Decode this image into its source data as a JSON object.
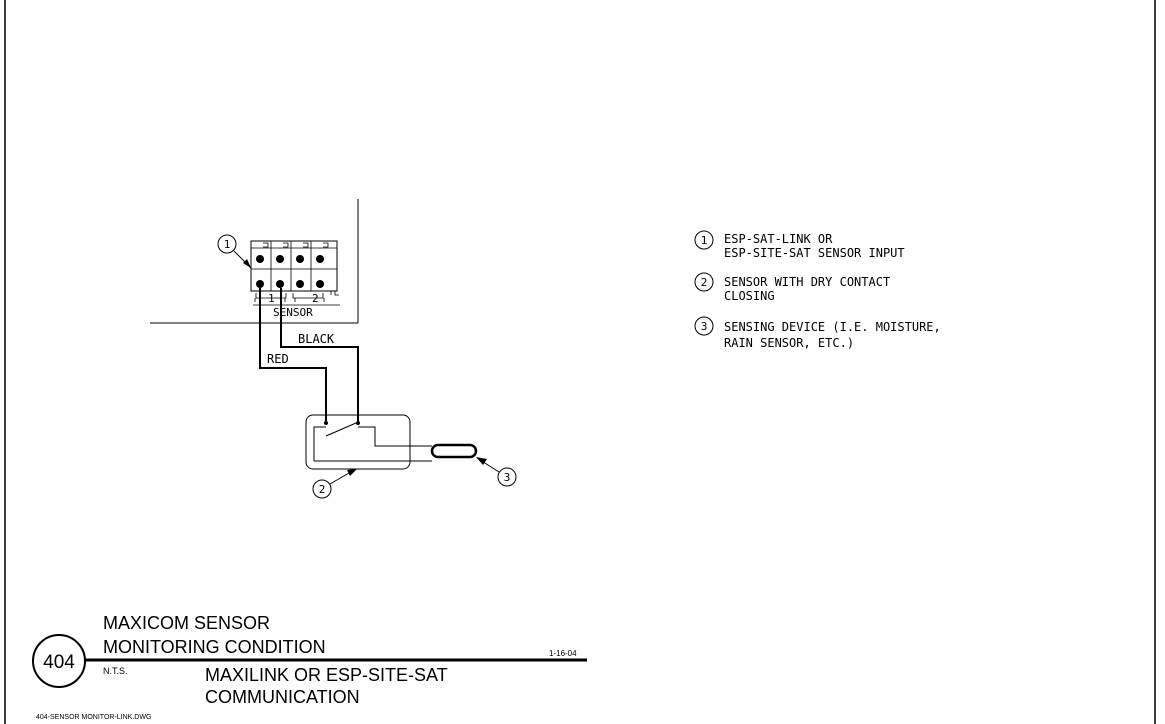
{
  "terminal": {
    "label_1": "1",
    "label_2": "2",
    "sensor_label": "SENSOR"
  },
  "wires": {
    "black": "BLACK",
    "red": "RED"
  },
  "callouts": {
    "c1": "1",
    "c2": "2",
    "c3": "3"
  },
  "notes": [
    {
      "num": "1",
      "line1": "ESP-SAT-LINK OR",
      "line2": "ESP-SITE-SAT SENSOR INPUT"
    },
    {
      "num": "2",
      "line1": "SENSOR WITH DRY CONTACT",
      "line2": "CLOSING"
    },
    {
      "num": "3",
      "line1": "SENSING DEVICE (I.E. MOISTURE,",
      "line2": "RAIN SENSOR, ETC.)"
    }
  ],
  "title_block": {
    "detail_number": "404",
    "title_line1": "MAXICOM SENSOR",
    "title_line2": "MONITORING CONDITION",
    "scale": "N.T.S.",
    "date": "1-16-04",
    "subtitle_line1": "MAXILINK OR ESP-SITE-SAT",
    "subtitle_line2": "COMMUNICATION",
    "filename": "404-SENSOR MONITOR-LINK.DWG"
  }
}
